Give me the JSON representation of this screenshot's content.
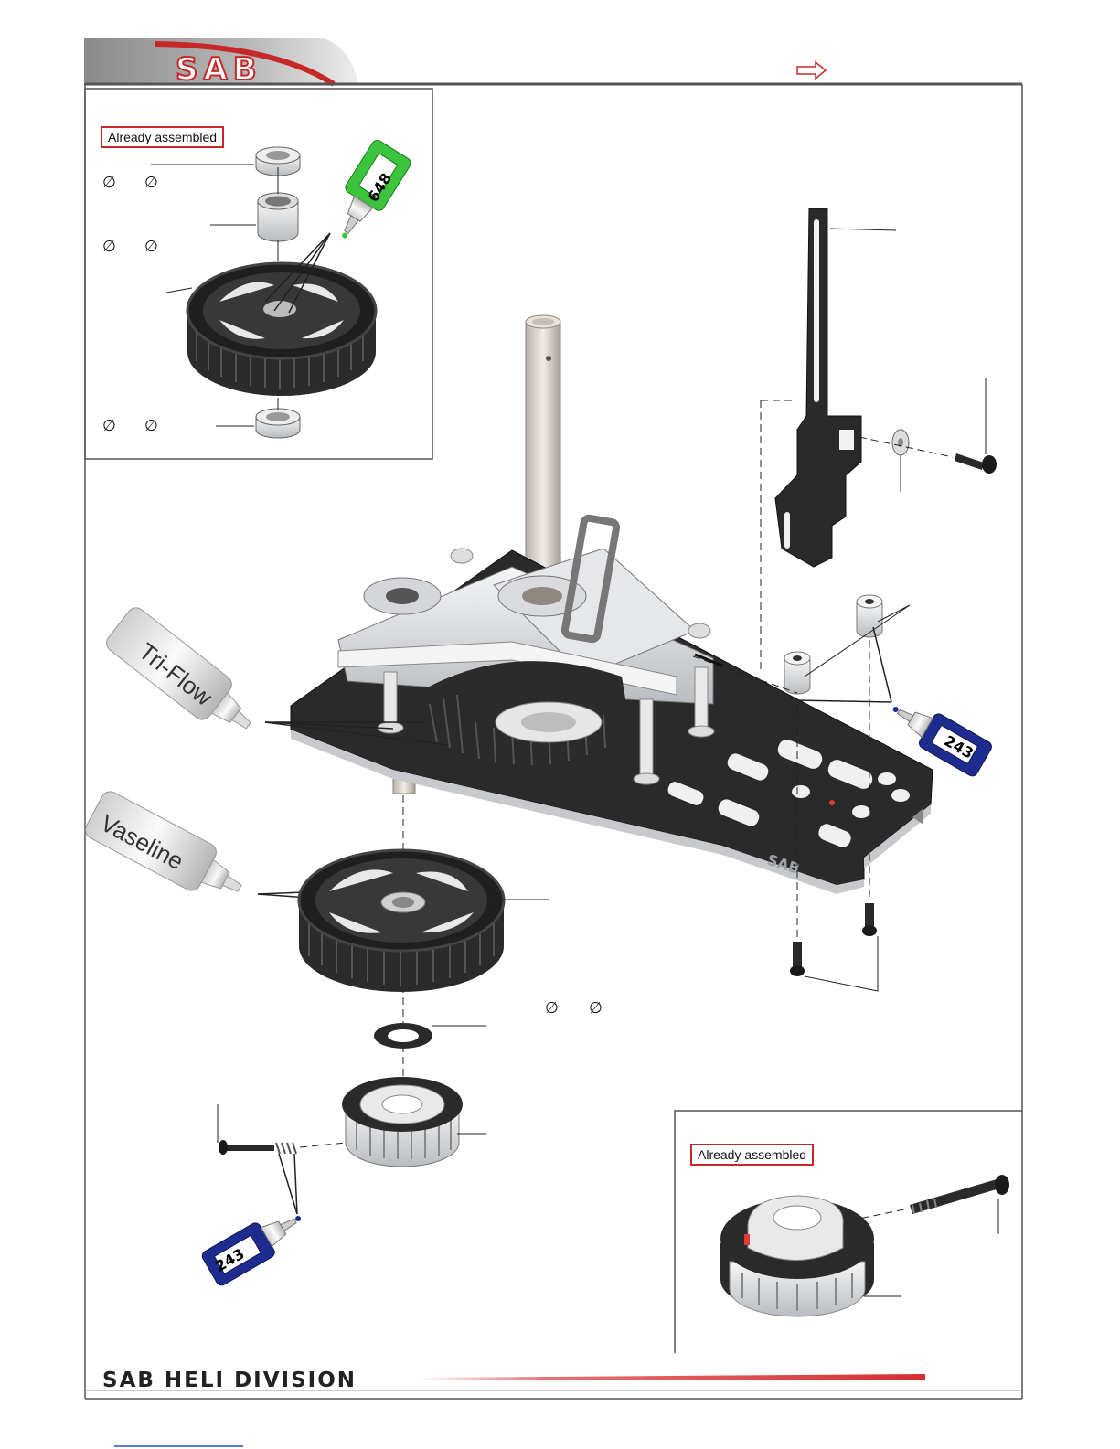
{
  "header": {
    "logo": "SAB"
  },
  "inset_top_left": {
    "callout": "Already assembled"
  },
  "inset_bottom_right": {
    "callout": "Already assembled"
  },
  "diameter_symbol": "∅",
  "bottles": {
    "green": "648",
    "blue_right": "243",
    "blue_left": "243"
  },
  "lubricants": {
    "triflow": "Tri-Flow",
    "vaseline": "Vaseline"
  },
  "frame_engraving": "SAB",
  "footer": {
    "brand": "SAB HELI DIVISION"
  },
  "colors": {
    "brand_red": "#c62828",
    "green_bottle": "#3cc43c",
    "blue_bottle": "#1f2c8f",
    "frame_dark": "#2a2a2a",
    "metal": "#d9dbde"
  }
}
